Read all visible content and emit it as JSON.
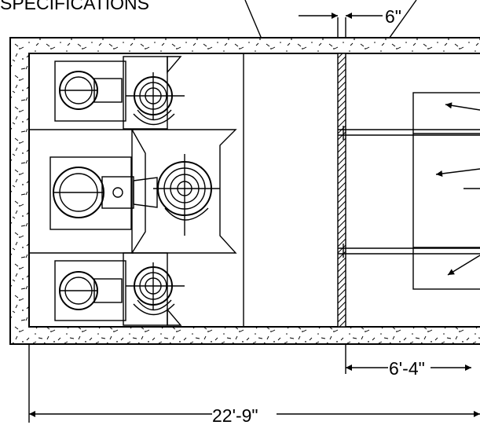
{
  "header": {
    "heading_fragment": "SPECIFICATIONS"
  },
  "dimensions": {
    "wall_thickness": "6\"",
    "chamber_width": "6'-4\"",
    "overall_length": "22'-9\""
  },
  "colors": {
    "line": "#000000",
    "background": "#ffffff"
  }
}
